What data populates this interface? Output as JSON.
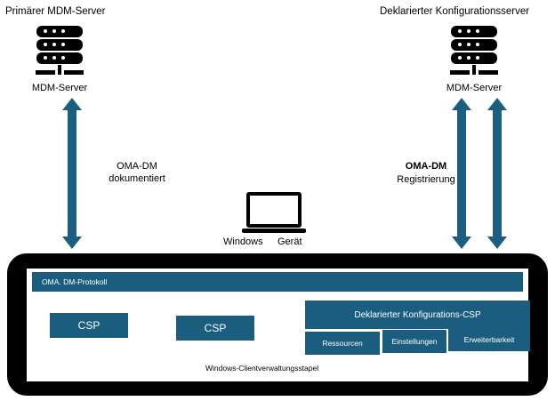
{
  "diagram": {
    "title_left": "Primärer MDM-Server",
    "title_right": "Deklarierter Konfigurationsserver",
    "server_left_label": "MDM-Server",
    "server_right_label": "MDM-Server",
    "device_label_1": "Windows",
    "device_label_2": "Gerät",
    "flow_left_line1": "OMA-DM",
    "flow_left_line2": "dokumentiert",
    "flow_right_line1": "OMA-DM",
    "flow_right_line2": "Registrierung",
    "protocol_bar": "OMA. DM-Protokoll",
    "csp_left": "CSP",
    "csp_middle": "CSP",
    "declared_config_csp": "Deklarierter Konfigurations-CSP",
    "sub_resources": "Ressourcen",
    "sub_settings": "Einstellungen",
    "sub_extensibility": "Erweiterbarkeit",
    "stack_caption": "Windows-Clientverwaltungsstapel",
    "colors": {
      "teal": "#1b5d7e",
      "arrow": "#1b5e80",
      "panel": "#000000",
      "background": "#ffffff",
      "text": "#000000"
    }
  }
}
